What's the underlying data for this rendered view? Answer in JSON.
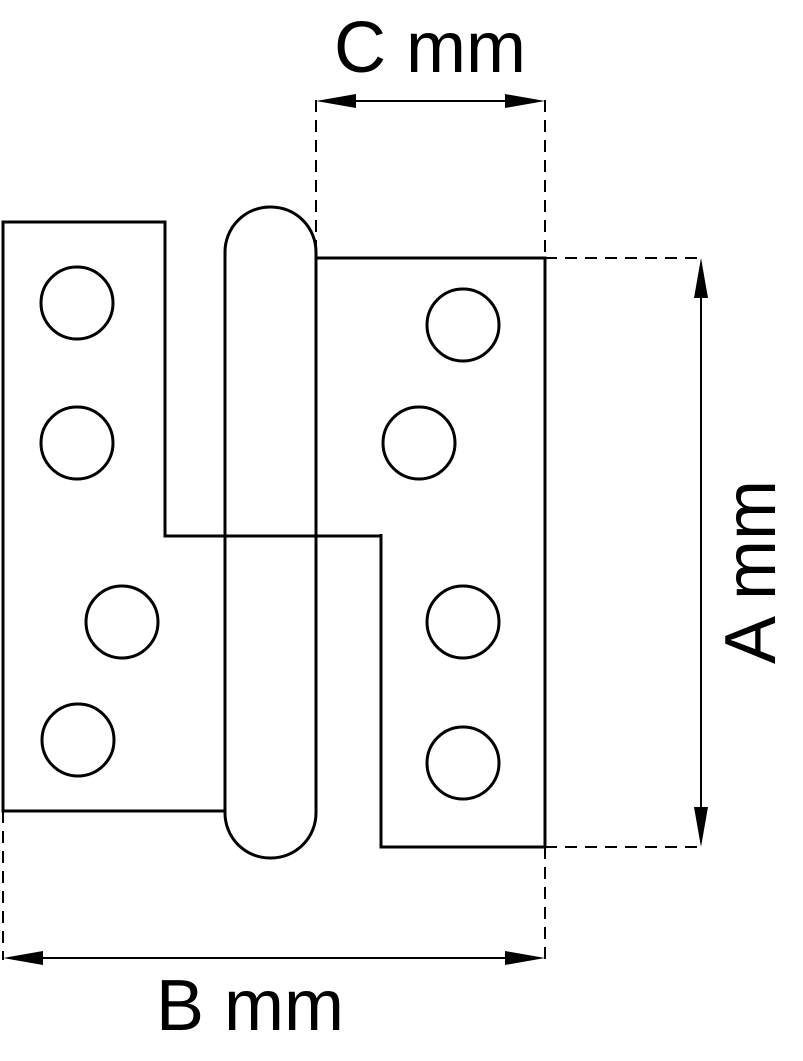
{
  "dimensions": {
    "a_label": "A mm",
    "b_label": "B mm",
    "c_label": "C mm"
  },
  "colors": {
    "stroke": "#000000",
    "background": "#ffffff"
  }
}
